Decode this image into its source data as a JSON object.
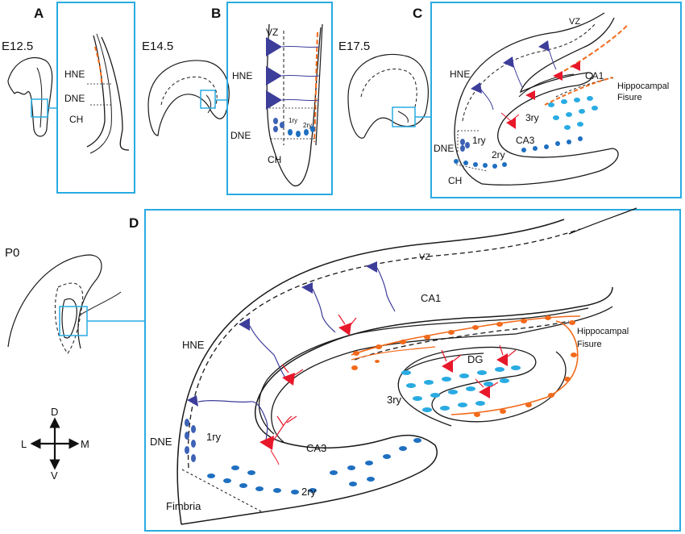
{
  "colors": {
    "frame": "#29abe2",
    "outline": "#1a1a1a",
    "glial": "#3d3d9a",
    "pyramidal": "#e8182b",
    "migrating": "#f26a1b",
    "primary_matrix": "#3d62b5",
    "secondary_matrix": "#1e6fc0",
    "tertiary_matrix": "#29abe2"
  },
  "panels": {
    "A": {
      "letter": "A",
      "stage": "E12.5",
      "labels": {
        "hne": "HNE",
        "dne": "DNE",
        "ch": "CH"
      }
    },
    "B": {
      "letter": "B",
      "stage": "E14.5",
      "labels": {
        "vz": "VZ",
        "hne": "HNE",
        "dne": "DNE",
        "ch": "CH",
        "ry1": "1ry",
        "ry2": "2ry"
      }
    },
    "C": {
      "letter": "C",
      "stage": "E17.5",
      "labels": {
        "vz": "VZ",
        "hne": "HNE",
        "ca1": "CA1",
        "fissure1": "Hippocampal",
        "fissure2": "Fisure",
        "ry3": "3ry",
        "ca3": "CA3",
        "ry1": "1ry",
        "dne": "DNE",
        "ry2": "2ry",
        "ch": "CH"
      }
    },
    "D": {
      "letter": "D",
      "stage": "P0",
      "labels": {
        "vz": "VZ",
        "ca1": "CA1",
        "hne": "HNE",
        "fissure1": "Hippocampal",
        "fissure2": "Fisure",
        "dg": "DG",
        "ry3": "3ry",
        "ry1": "1ry",
        "dne": "DNE",
        "ca3": "CA3",
        "ry2": "2ry",
        "fimbria": "Fimbria"
      }
    }
  },
  "compass": {
    "d": "D",
    "l": "L",
    "m": "M",
    "v": "V"
  }
}
